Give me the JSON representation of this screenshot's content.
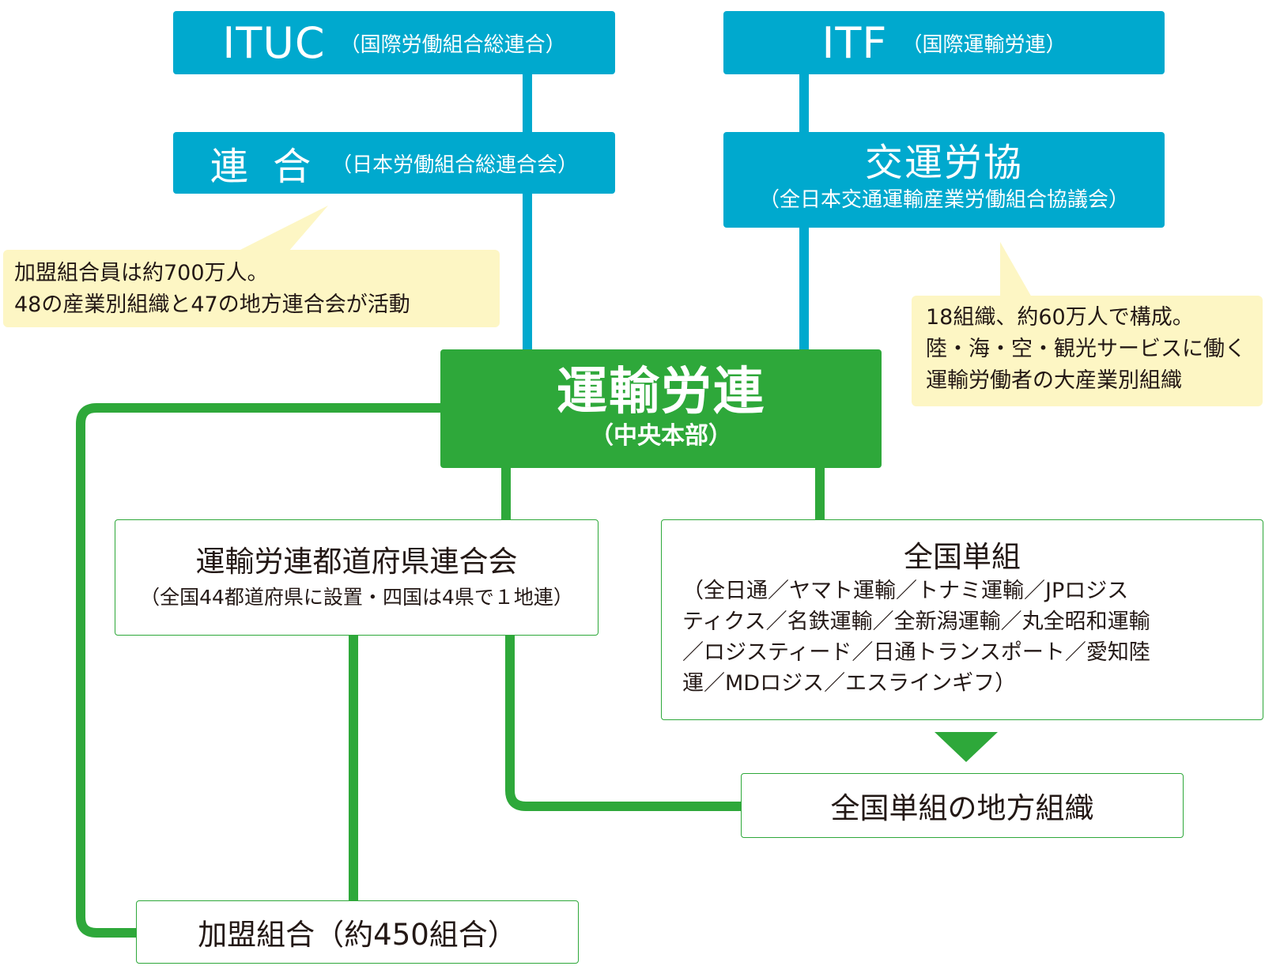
{
  "itu": {
    "title": "ITUC",
    "sub": "（国際労働組合総連合）"
  },
  "itf": {
    "title": "ITF",
    "sub": "（国際運輸労連）"
  },
  "rengo": {
    "title": "連 合",
    "sub": "（日本労働組合総連合会）"
  },
  "kouunrokyo": {
    "title": "交運労協",
    "sub": "（全日本交通運輸産業労働組合協議会）"
  },
  "rengo_note": {
    "line1": "加盟組合員は約700万人。",
    "line2": "48の産業別組織と47の地方連合会が活動"
  },
  "kouun_note": {
    "line1": "18組織、約60万人で構成。",
    "line2": "陸・海・空・観光サービスに働く",
    "line3": "運輸労働者の大産業別組織"
  },
  "unyu": {
    "title": "運輸労連",
    "sub": "（中央本部）"
  },
  "prefectural": {
    "title": "運輸労連都道府県連合会",
    "sub": "（全国44都道府県に設置・四国は4県で１地連）"
  },
  "national": {
    "title": "全国単組",
    "lines": [
      "（全日通／ヤマト運輸／トナミ運輸／JPロジス",
      "ティクス／名鉄運輸／全新潟運輸／丸全昭和運輸",
      "／ロジスティード／日通トランスポート／愛知陸",
      "運／MDロジス／エスラインギフ）"
    ]
  },
  "national_local": {
    "title": "全国単組の地方組織"
  },
  "member_unions": {
    "title": "加盟組合（約450組合）"
  },
  "colors": {
    "blue": "#00a9ce",
    "green": "#2ea83a",
    "note": "#fdf6c4"
  }
}
